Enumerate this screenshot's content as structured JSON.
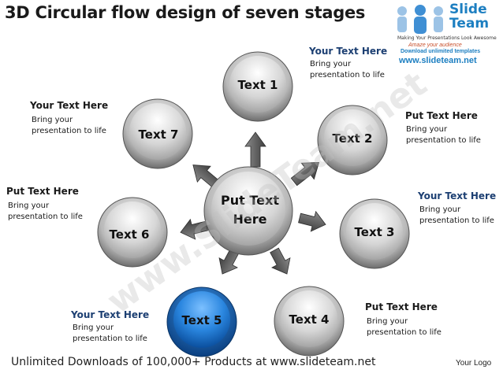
{
  "title": "3D Circular flow design of seven stages",
  "center": {
    "line1": "Put Text",
    "line2": "Here"
  },
  "stages": [
    {
      "label": "Text 1",
      "active": false
    },
    {
      "label": "Text 2",
      "active": false
    },
    {
      "label": "Text 3",
      "active": false
    },
    {
      "label": "Text 4",
      "active": false
    },
    {
      "label": "Text 5",
      "active": true
    },
    {
      "label": "Text 6",
      "active": false
    },
    {
      "label": "Text 7",
      "active": false
    }
  ],
  "callouts": [
    {
      "heading": "Your Text Here",
      "body": "Bring your presentation to life"
    },
    {
      "heading": "Put Text Here",
      "body": "Bring your presentation to life"
    },
    {
      "heading": "Your Text Here",
      "body": "Bring your presentation to life"
    },
    {
      "heading": "Put Text Here",
      "body": "Bring your presentation to life"
    },
    {
      "heading": "Your Text Here",
      "body": "Bring your presentation to life"
    },
    {
      "heading": "Put Text Here",
      "body": "Bring your presentation to life"
    },
    {
      "heading": "Your Text Here",
      "body": "Bring your presentation to life"
    }
  ],
  "watermark": "www.SlideTeam.net",
  "logo": {
    "brand_line1": "Slide",
    "brand_line2": "Team",
    "tagline": "Making Your Presentations Look Awesome",
    "amaze": "Amaze your audience",
    "download": "Download unlimited templates",
    "url": "www.slideteam.net"
  },
  "footer": "Unlimited Downloads of 100,000+ Products at www.slideteam.net",
  "your_logo": "Your Logo",
  "colors": {
    "heading_blue": "#1c3f72",
    "active_blue": "#1e7ed8",
    "circle_grey": "#c9c9c9",
    "arrow_grey": "#5f5f5f"
  }
}
